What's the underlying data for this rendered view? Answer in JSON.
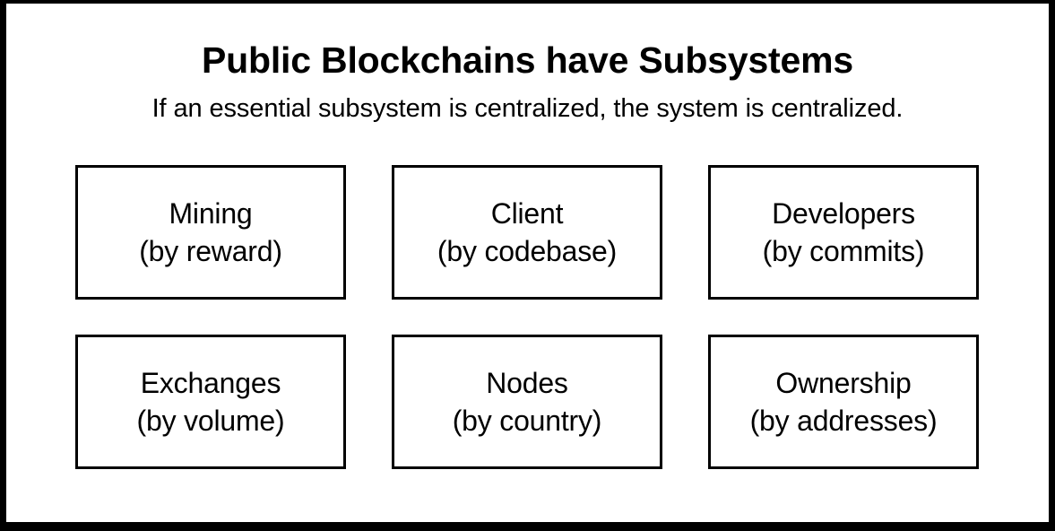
{
  "header": {
    "title": "Public Blockchains have Subsystems",
    "subtitle": "If an essential subsystem is centralized, the system is centralized."
  },
  "colors": {
    "frame_border": "#000000",
    "box_border": "#000000",
    "background": "#ffffff",
    "text": "#000000"
  },
  "grid": {
    "columns": 3,
    "rows": 2,
    "boxes": [
      {
        "name": "Mining",
        "metric": "(by reward)"
      },
      {
        "name": "Client",
        "metric": "(by codebase)"
      },
      {
        "name": "Developers",
        "metric": "(by commits)"
      },
      {
        "name": "Exchanges",
        "metric": "(by volume)"
      },
      {
        "name": "Nodes",
        "metric": "(by country)"
      },
      {
        "name": "Ownership",
        "metric": "(by addresses)"
      }
    ]
  }
}
